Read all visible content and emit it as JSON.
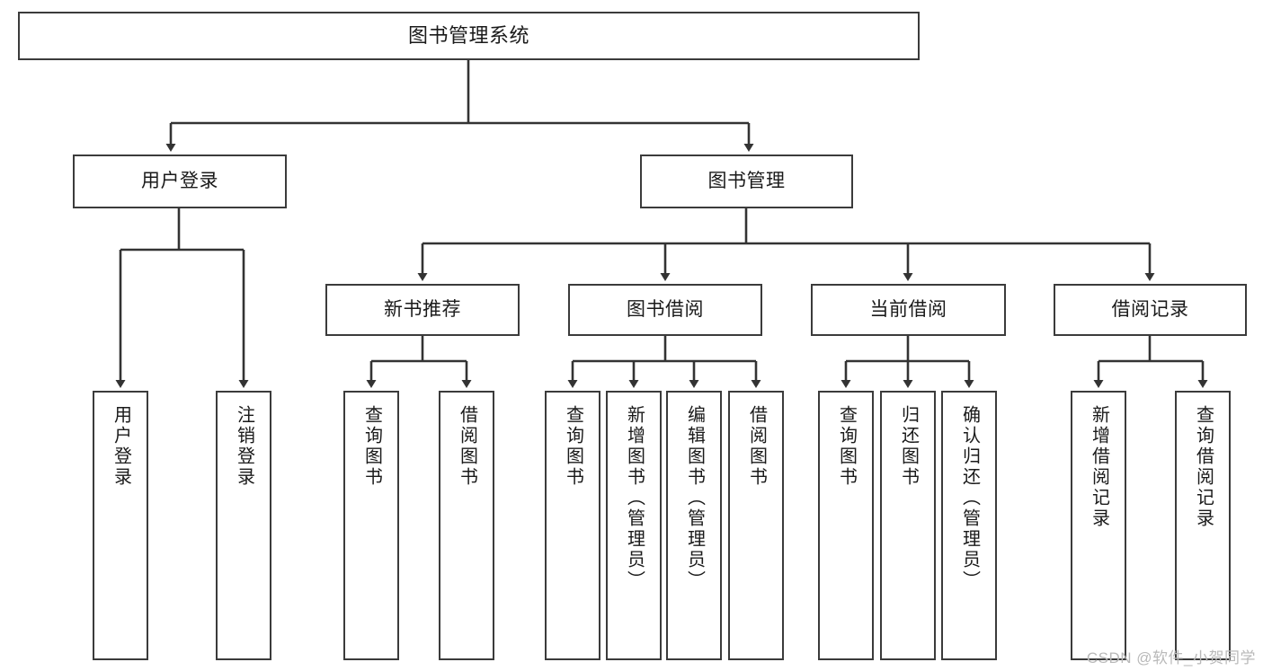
{
  "diagram": {
    "title": "图书管理系统",
    "watermark": "CSDN @软件_小贺同学",
    "colors": {
      "box_border": "#3b3b3b",
      "box_fill": "#ffffff",
      "connector": "#333333",
      "text": "#1a1a1a",
      "watermark": "#b9b9b9"
    },
    "root": {
      "label": "图书管理系统"
    },
    "level2": [
      {
        "label": "用户登录"
      },
      {
        "label": "图书管理"
      }
    ],
    "level3": [
      {
        "label": "新书推荐"
      },
      {
        "label": "图书借阅"
      },
      {
        "label": "当前借阅"
      },
      {
        "label": "借阅记录"
      }
    ],
    "leaves": {
      "user_login": [
        {
          "label": "用户登录"
        },
        {
          "label": "注销登录"
        }
      ],
      "new_book_recommend": [
        {
          "label": "查询图书"
        },
        {
          "label": "借阅图书"
        }
      ],
      "book_borrow": [
        {
          "label": "查询图书"
        },
        {
          "label": "新增图书（管理员）"
        },
        {
          "label": "编辑图书（管理员）"
        },
        {
          "label": "借阅图书"
        }
      ],
      "current_borrow": [
        {
          "label": "查询图书"
        },
        {
          "label": "归还图书"
        },
        {
          "label": "确认归还（管理员）"
        }
      ],
      "borrow_records": [
        {
          "label": "新增借阅记录"
        },
        {
          "label": "查询借阅记录"
        }
      ]
    }
  }
}
